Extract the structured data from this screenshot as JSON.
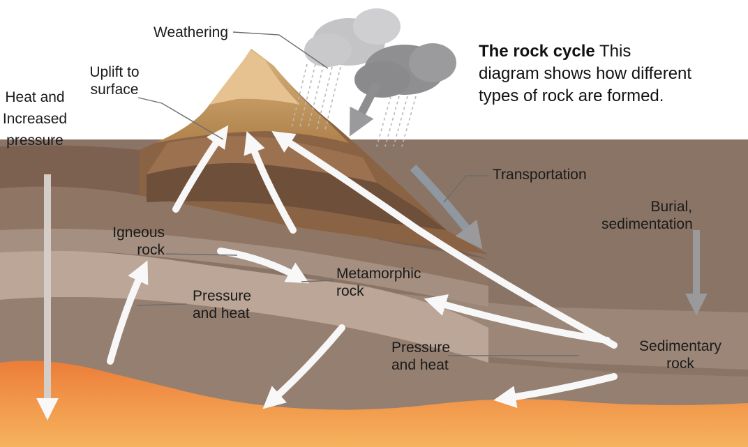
{
  "title": {
    "heading": "The rock cycle",
    "lines": [
      "This",
      "diagram shows how different",
      "types of rock are formed."
    ]
  },
  "labels": {
    "weathering": "Weathering",
    "uplift": [
      "Uplift to",
      "surface"
    ],
    "heat_pressure": [
      "Heat and",
      "Increased",
      "pressure"
    ],
    "transportation": "Transportation",
    "burial": [
      "Burial,",
      "sedimentation"
    ],
    "igneous": [
      "Igneous",
      "rock"
    ],
    "metamorphic": [
      "Metamorphic",
      "rock"
    ],
    "pressure_heat_left": [
      "Pressure",
      "and heat"
    ],
    "pressure_heat_right": [
      "Pressure",
      "and heat"
    ],
    "sedimentary": [
      "Sedimentary",
      "rock"
    ]
  },
  "colors": {
    "sky": "#ffffff",
    "cloud_dark": "#8f8f91",
    "cloud_light": "#c4c4c6",
    "sea": "#a9d3e2",
    "sand": "#e2b77e",
    "mountain_top": "#b5874f",
    "rock_brown": "#7d5f49",
    "rock_taupe": "#9a8677",
    "rock_pale": "#c1ada0",
    "magma": "#ee8a3c",
    "arrow": "#f7f7f7"
  },
  "icons": [
    "cloud-icon",
    "rain-icon"
  ]
}
